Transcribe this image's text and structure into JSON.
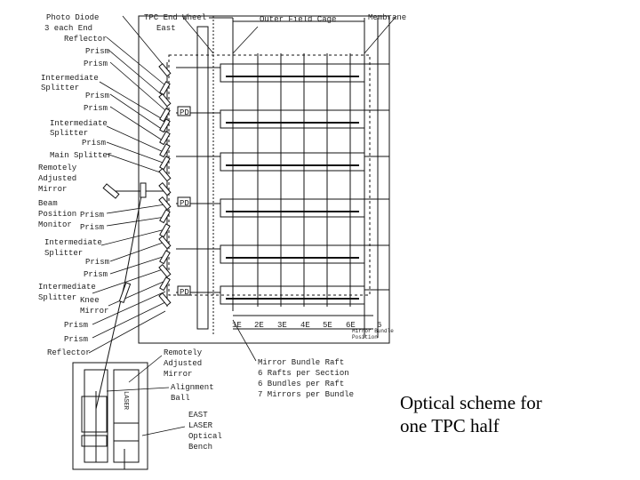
{
  "caption": {
    "line1": "Optical scheme for",
    "line2": "one TPC half"
  },
  "labels": {
    "photo_diode": "Photo Diode",
    "three_each_end": "3 each End",
    "reflector_top": "Reflector",
    "prism_1": "Prism",
    "prism_2": "Prism",
    "intermediate_splitter_1a": "Intermediate",
    "intermediate_splitter_1b": "Splitter",
    "prism_3": "Prism",
    "prism_4": "Prism",
    "intermediate_splitter_2a": "Intermediate",
    "intermediate_splitter_2b": "Splitter",
    "prism_5": "Prism",
    "main_splitter": "Main Splitter",
    "remotely_adjusted_mirror_a": "Remotely",
    "remotely_adjusted_mirror_b": "Adjusted",
    "remotely_adjusted_mirror_c": "Mirror",
    "beam_position_monitor_a": "Beam",
    "beam_position_monitor_b": "Position",
    "beam_position_monitor_c": "Monitor",
    "prism_6": "Prism",
    "prism_7": "Prism",
    "intermediate_splitter_3a": "Intermediate",
    "intermediate_splitter_3b": "Splitter",
    "prism_8": "Prism",
    "prism_9": "Prism",
    "intermediate_splitter_4a": "Intermediate",
    "intermediate_splitter_4b": "Splitter",
    "knee_mirror_a": "Knee",
    "knee_mirror_b": "Mirror",
    "prism_10": "Prism",
    "prism_11": "Prism",
    "reflector_bottom": "Reflector",
    "tpc_end_wheel_a": "TPC End Wheel",
    "tpc_end_wheel_b": "East",
    "outer_field_cage": "Outer Field Cage",
    "membrane": "Membrane",
    "pd_1": "PD",
    "pd_2": "PD",
    "pd_3": "PD",
    "bundle_positions": [
      "1E",
      "2E",
      "3E",
      "4E",
      "5E",
      "6E",
      "6"
    ],
    "mirror_bundle_position_a": "Mirror Bundle",
    "mirror_bundle_position_b": "Position",
    "mirror_bundle_raft_1": "Mirror Bundle Raft",
    "mirror_bundle_raft_2": "6 Rafts per Section",
    "mirror_bundle_raft_3": "6 Bundles per Raft",
    "mirror_bundle_raft_4": "7 Mirrors per Bundle",
    "remotely_adjusted_mirror_2a": "Remotely",
    "remotely_adjusted_mirror_2b": "Adjusted",
    "remotely_adjusted_mirror_2c": "Mirror",
    "alignment_ball_a": "Alignment",
    "alignment_ball_b": "Ball",
    "east_laser_bench_a": "EAST",
    "east_laser_bench_b": "LASER",
    "east_laser_bench_c": "Optical",
    "east_laser_bench_d": "Bench",
    "laser_box": "LASER"
  }
}
